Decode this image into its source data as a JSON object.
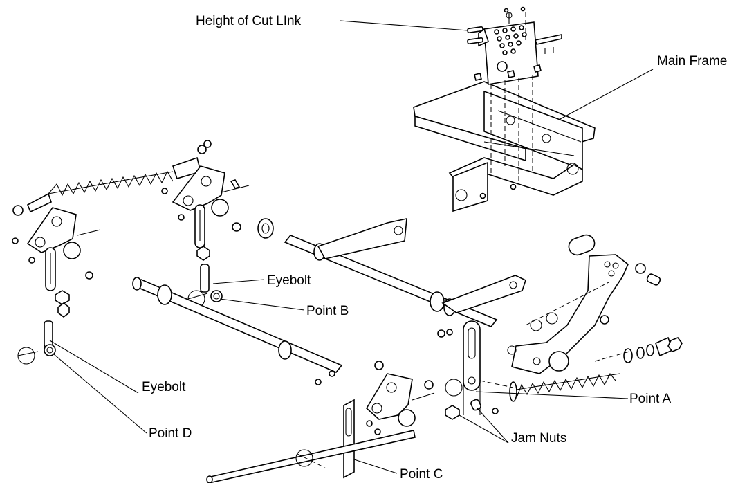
{
  "labels": {
    "height_of_cut_link": "Height of Cut LInk",
    "main_frame": "Main Frame",
    "eyebolt_upper": "Eyebolt",
    "point_b": "Point B",
    "eyebolt_lower": "Eyebolt",
    "point_d": "Point D",
    "point_a": "Point A",
    "jam_nuts": "Jam Nuts",
    "point_c": "Point C"
  }
}
